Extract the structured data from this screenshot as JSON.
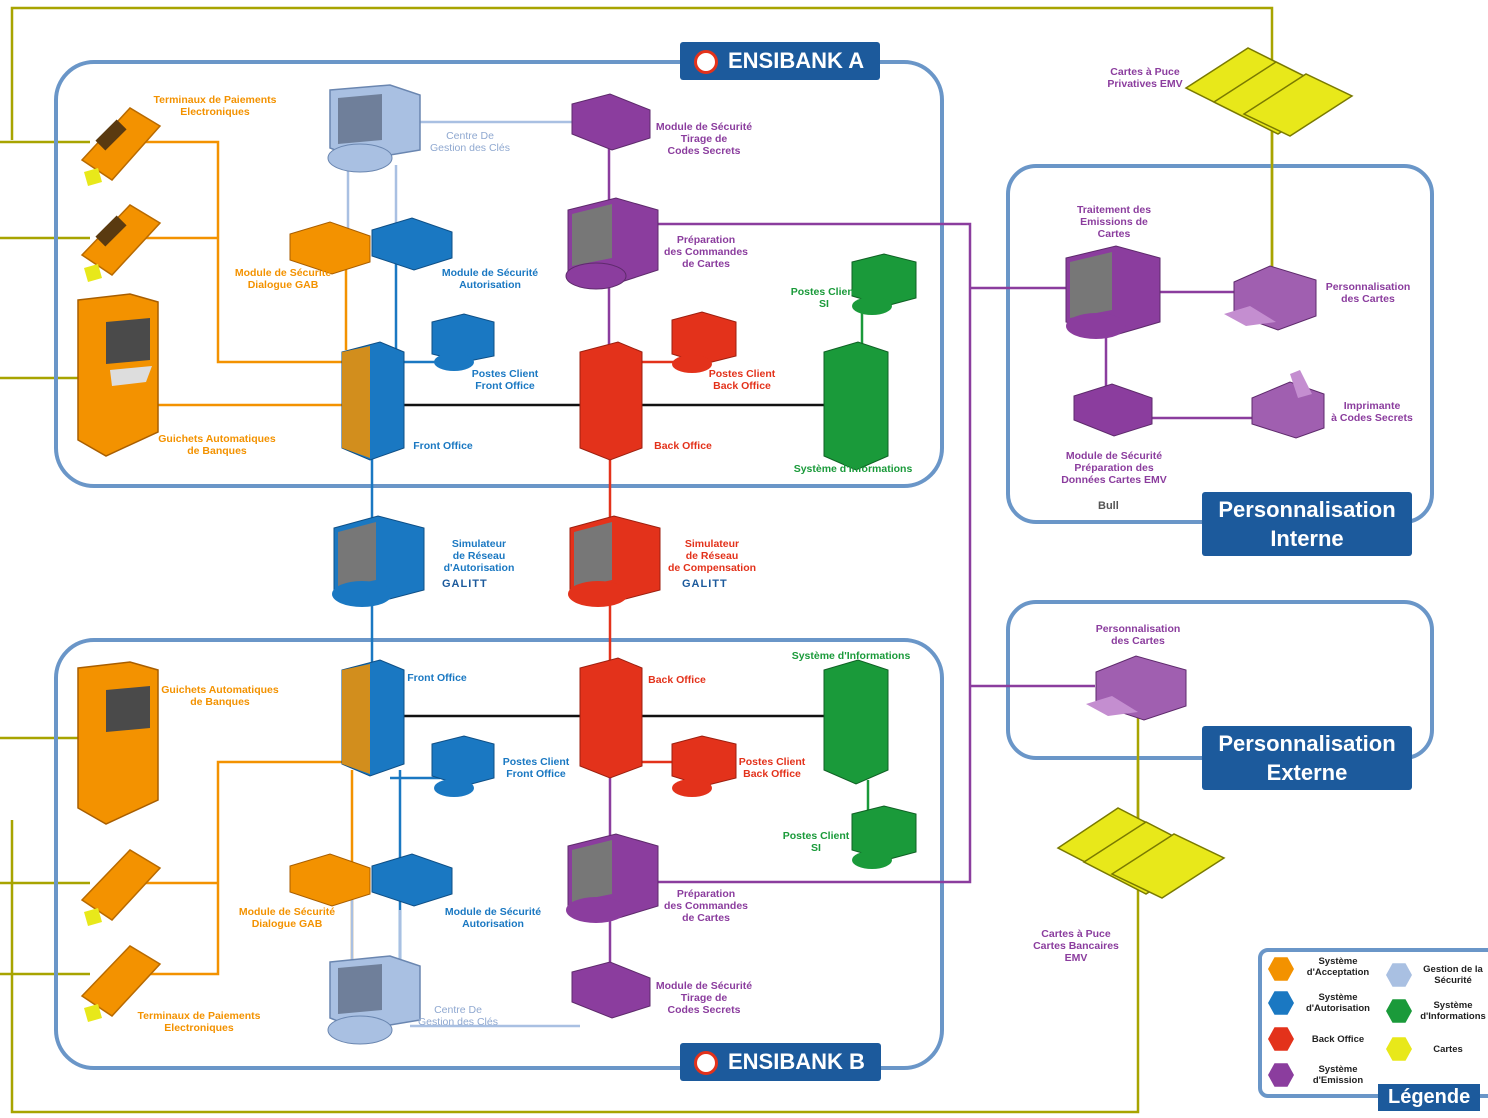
{
  "banks": {
    "a": "ENSIBANK A",
    "b": "ENSIBANK B"
  },
  "labels": {
    "tpe_a": "Terminaux de Paiements\nElectroniques",
    "cgc_a": "Centre De\nGestion des Clés",
    "mst_a": "Module de Sécurité\nTirage de\nCodes Secrets",
    "prep_a": "Préparation\ndes Commandes\nde Cartes",
    "msgab_a": "Module de Sécurité\nDialogue GAB",
    "msaut_a": "Module de Sécurité\nAutorisation",
    "pcsi_a": "Postes Client\nSI",
    "pcfo_a": "Postes Client\nFront Office",
    "pcbo_a": "Postes Client\nBack Office",
    "gab_a": "Guichets Automatiques\nde Banques",
    "fo_a": "Front Office",
    "bo_a": "Back Office",
    "si_a": "Système d'Informations",
    "sim_aut": "Simulateur\nde Réseau\nd'Autorisation",
    "sim_comp": "Simulateur\nde Réseau\nde Compensation",
    "fo_b": "Front Office",
    "bo_b": "Back Office",
    "si_b": "Système d'Informations",
    "gab_b": "Guichets Automatiques\nde Banques",
    "pcfo_b": "Postes Client\nFront Office",
    "pcbo_b": "Postes Client\nBack Office",
    "pcsi_b": "Postes Client\nSI",
    "msgab_b": "Module de Sécurité\nDialogue GAB",
    "msaut_b": "Module de Sécurité\nAutorisation",
    "prep_b": "Préparation\ndes Commandes\nde Cartes",
    "tpe_b": "Terminaux de Paiements\nElectroniques",
    "cgc_b": "Centre De\nGestion des Clés",
    "mst_b": "Module de Sécurité\nTirage de\nCodes Secrets",
    "cartes_priv": "Cartes à Puce\nPrivatives EMV",
    "trait": "Traitement des\nEmissions de\nCartes",
    "perso_cartes_i": "Personnalisation\ndes Cartes",
    "impr": "Imprimante\nà Codes Secrets",
    "msprep": "Module de Sécurité\nPréparation des\nDonnées Cartes EMV",
    "perso_cartes_e": "Personnalisation\ndes Cartes",
    "cartes_banc": "Cartes à Puce\nCartes Bancaires\nEMV"
  },
  "brands": {
    "galitt": "GALITT",
    "bull": "Bull"
  },
  "perso": {
    "interne": "Personnalisation\nInterne",
    "externe": "Personnalisation\nExterne"
  },
  "legend": {
    "title": "Légende",
    "items": [
      {
        "label": "Système\nd'Acceptation",
        "color": "#f39200"
      },
      {
        "label": "Gestion de la\nSécurité",
        "color": "#a9c0e2"
      },
      {
        "label": "Système\nd'Autorisation",
        "color": "#1a78c2"
      },
      {
        "label": "Système\nd'Informations",
        "color": "#1a9a3a"
      },
      {
        "label": "Back Office",
        "color": "#e3321b"
      },
      {
        "label": "Cartes",
        "color": "#e8e81a"
      },
      {
        "label": "Système\nd'Emission",
        "color": "#8b3d9e"
      }
    ]
  },
  "colors": {
    "acceptation": "#f39200",
    "autorisation": "#1a78c2",
    "back_office": "#e3321b",
    "informations": "#1a9a3a",
    "emission": "#8b3d9e",
    "securite": "#a9c0e2",
    "cartes": "#e8e81a",
    "frame": "#6a96c8",
    "outer_line": "#a8a400"
  }
}
